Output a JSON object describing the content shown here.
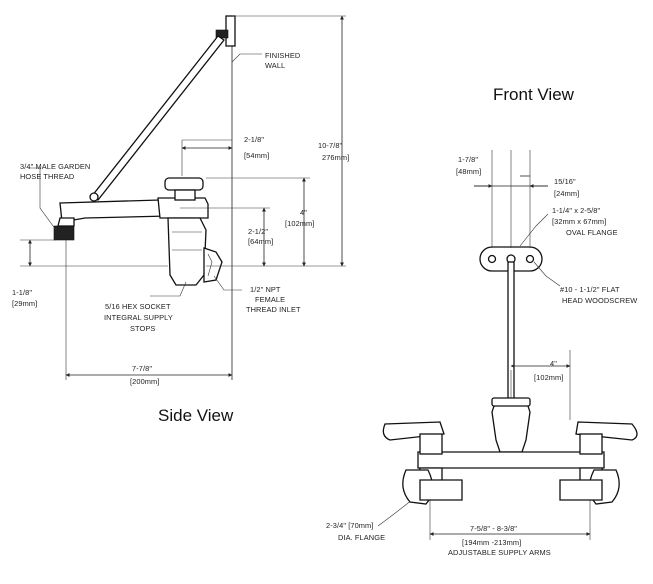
{
  "titles": {
    "side": "Side View",
    "front": "Front View"
  },
  "side_dims": {
    "finished_wall": [
      "FINISHED",
      "WALL"
    ],
    "hose_thread": [
      "3/4\" MALE GARDEN",
      "HOSE THREAD"
    ],
    "d_2_1_8": [
      "2-1/8\"",
      "[54mm]"
    ],
    "d_10_7_8": [
      "10-7/8\"",
      "276mm]"
    ],
    "d_4": [
      "4\"",
      "[102mm]"
    ],
    "d_2_1_2": [
      "2-1/2\"",
      "[64mm]"
    ],
    "d_1_1_8": [
      "1-1/8\"",
      "[29mm]"
    ],
    "npt_inlet": [
      "1/2\" NPT",
      "FEMALE",
      "THREAD INLET"
    ],
    "hex_socket": [
      "5/16 HEX SOCKET",
      "INTEGRAL SUPPLY",
      "STOPS"
    ],
    "d_7_7_8": [
      "7-7/8\"",
      "[200mm]"
    ]
  },
  "front_dims": {
    "d_1_7_8": [
      "1-7/8\"",
      "[48mm]"
    ],
    "d_15_16": [
      "15/16\"",
      "[24mm]"
    ],
    "oval_flange": [
      "1-1/4\" x 2-5/8\"",
      "[32mm x 67mm]",
      "OVAL FLANGE"
    ],
    "woodscrew": [
      "#10 - 1-1/2\" FLAT",
      "HEAD WOODSCREW"
    ],
    "d_4": [
      "4\"",
      "[102mm]"
    ],
    "dia_flange": [
      "2-3/4\" [70mm]",
      "DIA. FLANGE"
    ],
    "supply_arms": [
      "7-5/8\" - 8-3/8\"",
      "[194mm -213mm]",
      "ADJUSTABLE SUPPLY ARMS"
    ]
  }
}
